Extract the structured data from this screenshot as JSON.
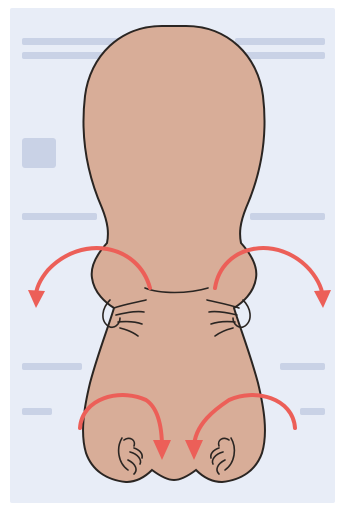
{
  "diagram": {
    "colors": {
      "page": "#ffffff",
      "panel_background": "#e8edf7",
      "ghost_text": "#c9d2e6",
      "body_fill": "#d8ad98",
      "outline": "#2a2522",
      "arrow": "#ec5f58"
    },
    "arrows": [
      {
        "name": "left-arm-outward-arrow",
        "direction": "outward-down"
      },
      {
        "name": "right-arm-outward-arrow",
        "direction": "outward-down"
      },
      {
        "name": "left-leg-inward-arrow",
        "direction": "inward-down"
      },
      {
        "name": "right-leg-inward-arrow",
        "direction": "inward-down"
      }
    ]
  }
}
